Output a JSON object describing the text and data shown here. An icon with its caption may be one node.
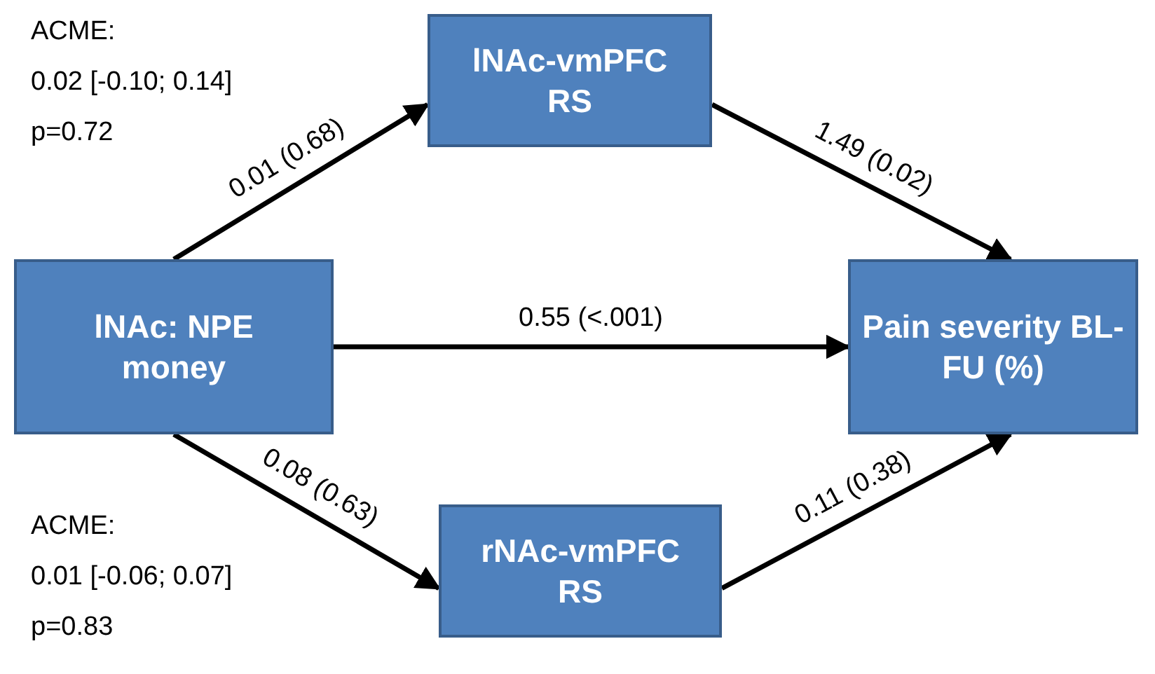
{
  "diagram": {
    "nodes": [
      {
        "text": [
          "lNAc: NPE money"
        ]
      },
      {
        "text": [
          "lNAc-vmPFC RS"
        ]
      },
      {
        "text": [
          "Pain severity BL-FU (%)"
        ]
      },
      {
        "text": [
          "rNAc-vmPFC RS"
        ]
      }
    ],
    "edges": [
      {
        "from": 0,
        "to": 1,
        "arrow": "to",
        "label": "0.01 (0.68)"
      },
      {
        "from": 1,
        "to": 2,
        "arrow": "to",
        "label": "1.49 (0.02)"
      },
      {
        "from": 0,
        "to": 2,
        "arrow": "to",
        "label": "0.55 (<.001)"
      },
      {
        "from": 0,
        "to": 3,
        "arrow": "to",
        "label": "0.08 (0.63)"
      },
      {
        "from": 3,
        "to": 2,
        "arrow": "to",
        "label": "0.11 (0.38)"
      }
    ],
    "labels": [
      "ACME:",
      "0.02 [-0.10; 0.14]",
      "p=0.72",
      "ACME:",
      "0.01 [-0.06; 0.07]",
      "p=0.83"
    ]
  }
}
